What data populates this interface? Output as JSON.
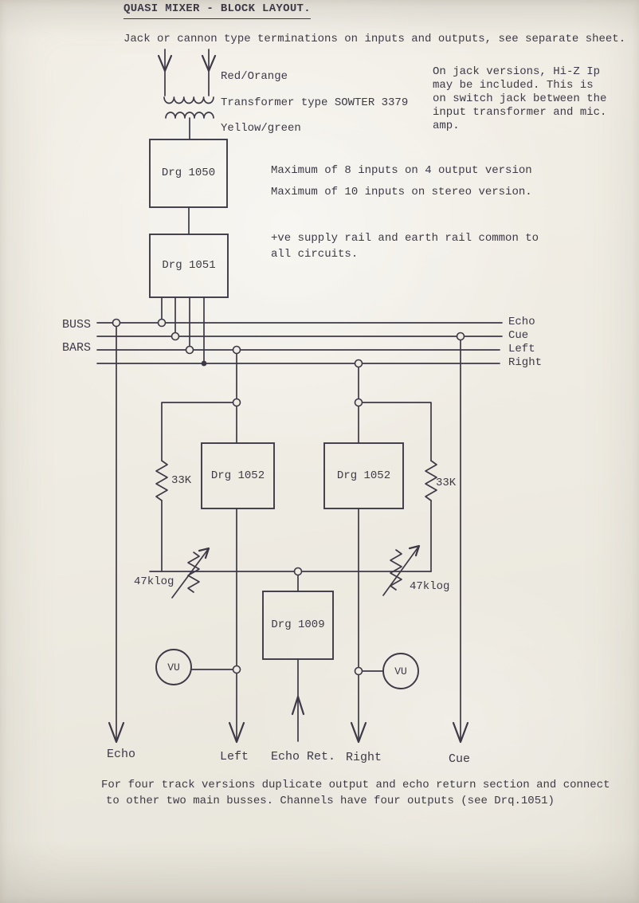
{
  "colors": {
    "paper": "#efece3",
    "ink": "#3e3947"
  },
  "header": {
    "title": "QUASI MIXER - BLOCK LAYOUT.",
    "subtitle": "Jack or cannon type terminations on inputs and outputs, see separate sheet."
  },
  "transformer": {
    "primary_label": "Red/Orange",
    "type_label": "Transformer type SOWTER 3379",
    "secondary_label": "Yellow/green"
  },
  "notes": {
    "jack_lines": [
      "On jack versions, Hi-Z Ip",
      "may be included. This is",
      "on switch jack between the",
      "input transformer and mic.",
      "amp."
    ],
    "inputs_line1": "Maximum of 8 inputs on 4 output version",
    "inputs_line2": "Maximum of 10 inputs on stereo version.",
    "supply_line1": "+ve supply rail and earth rail common to",
    "supply_line2": "all circuits.",
    "footer_line1": "For four track versions duplicate output and echo return section and connect",
    "footer_line2": "to other two main busses. Channels have four outputs (see Drq.1051)"
  },
  "blocks": {
    "input_block": "Drg 1050",
    "channel_block": "Drg 1051",
    "left_group_block": "Drg 1052",
    "right_group_block": "Drg 1052",
    "echo_block": "Drg 1009"
  },
  "bus": {
    "label_top": "BUSS",
    "label_bottom": "BARS",
    "echo": "Echo",
    "cue": "Cue",
    "left": "Left",
    "right": "Right"
  },
  "components": {
    "left_resistor": "33K",
    "right_resistor": "33K",
    "left_pot": "47klog",
    "right_pot": "47klog",
    "left_meter": "VU",
    "right_meter": "VU"
  },
  "outputs": {
    "echo": "Echo",
    "left": "Left",
    "echo_return": "Echo Ret.",
    "right": "Right",
    "cue": "Cue"
  }
}
